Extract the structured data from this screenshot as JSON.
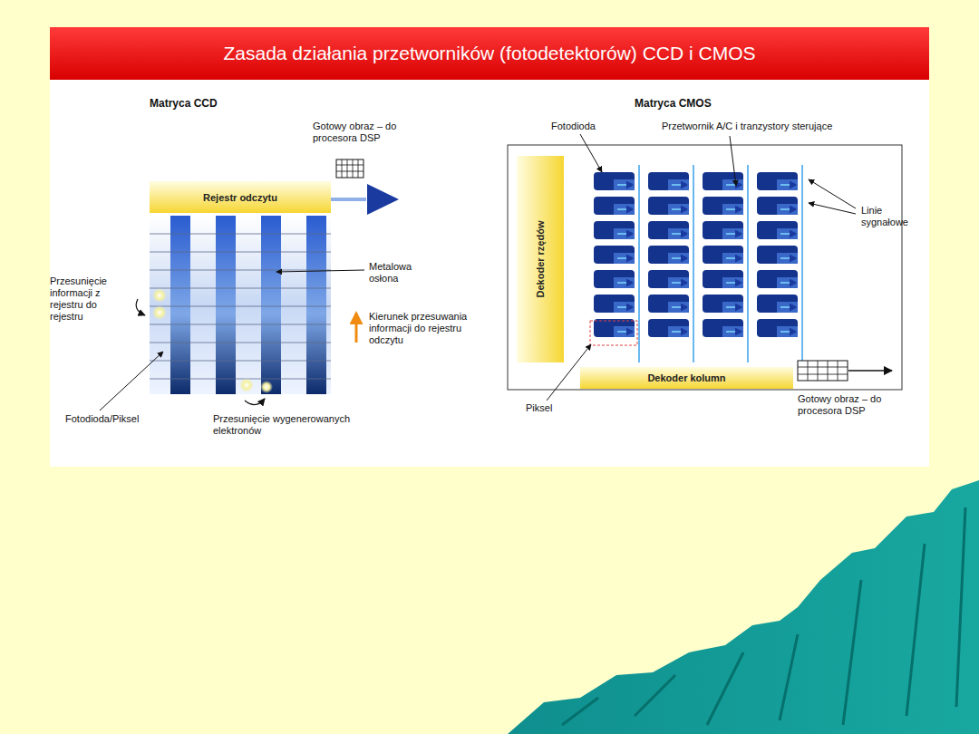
{
  "diagram": {
    "title": "Zasada działania przetworników (fotodetektorów) CCD i CMOS",
    "nodes": [
      {
        "text": [
          "Rejestr odczytu"
        ]
      },
      {
        "text": [
          "Dekoder rzędów"
        ]
      },
      {
        "text": [
          "Dekoder kolumn"
        ]
      }
    ],
    "labels": [
      "Matryca CCD",
      "Gotowy obraz – do procesora DSP",
      "Metalowa osłona",
      "Przesunięcie informacji z rejestru do rejestru",
      "Kierunek przesuwania informacji do rejestru odczytu",
      "Fotodioda/Piksel",
      "Przesunięcie wygenerowanych elektronów",
      "Matryca CMOS",
      "Fotodioda",
      "Przetwornik A/C i tranzystory sterujące",
      "Linie sygnałowe",
      "Piksel",
      "Gotowy obraz – do procesora DSP"
    ]
  }
}
